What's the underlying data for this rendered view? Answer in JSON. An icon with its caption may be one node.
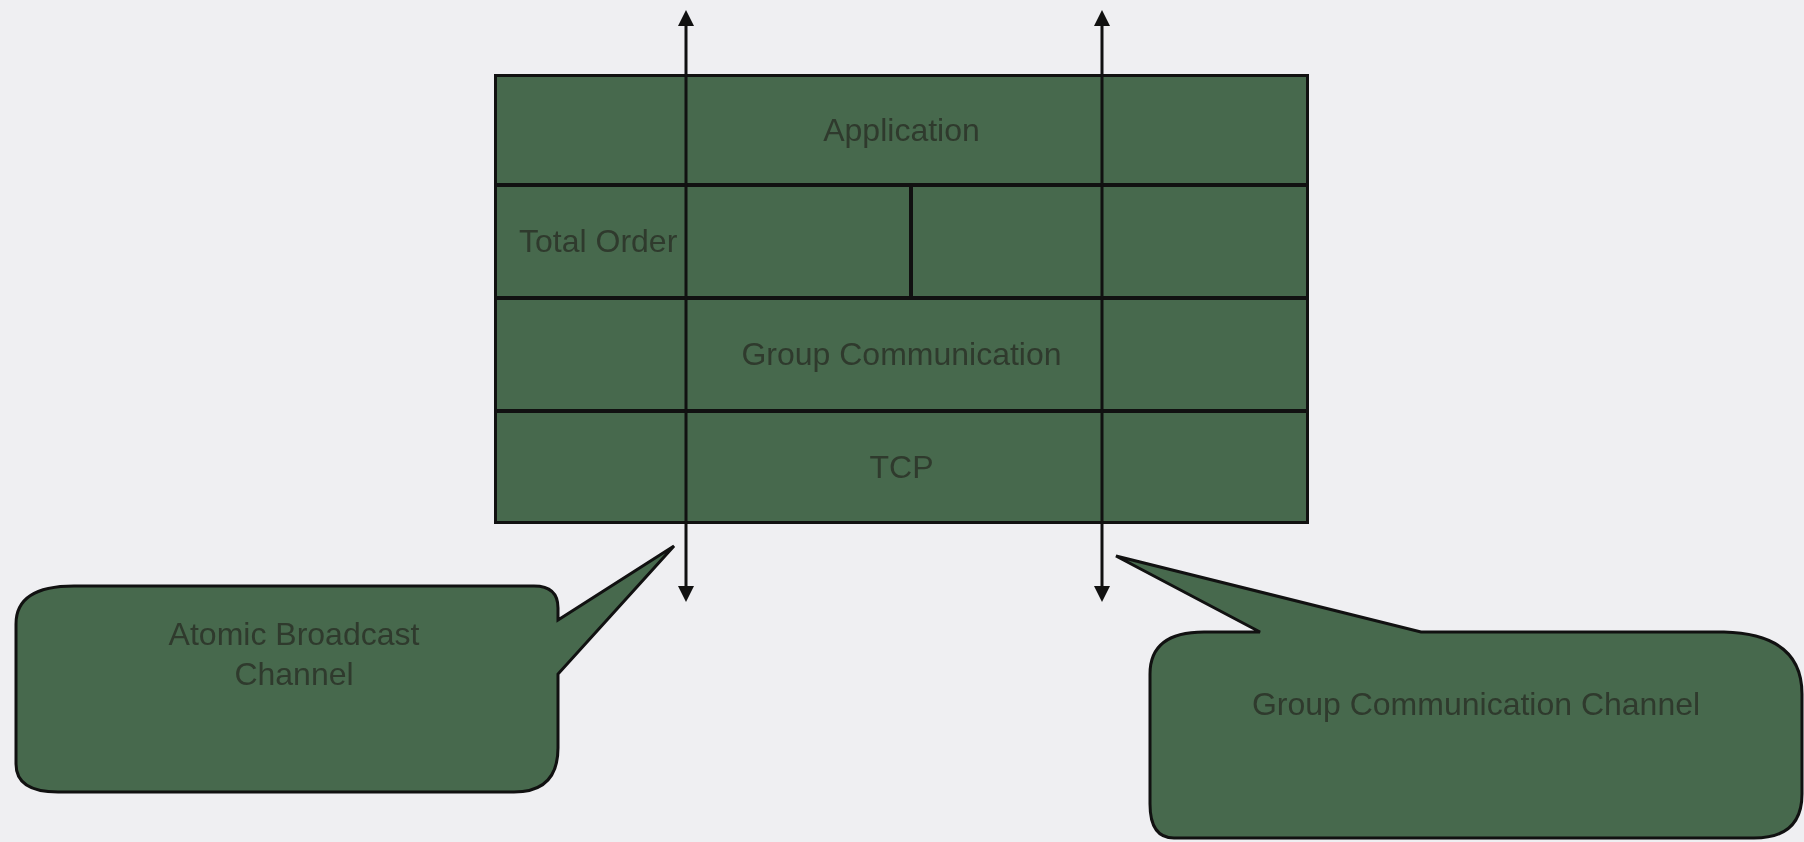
{
  "diagram": {
    "nodes": [
      {
        "text": [
          "Application"
        ]
      },
      {
        "text": [
          "Total Order"
        ]
      },
      {
        "text": [],
        "shape": "box"
      },
      {
        "text": [
          "Group Communication"
        ]
      },
      {
        "text": [
          "TCP"
        ]
      },
      {
        "text": [
          "Atomic Broadcast Channel"
        ]
      },
      {
        "text": [
          "Group Communication Channel"
        ]
      }
    ],
    "edges": []
  }
}
